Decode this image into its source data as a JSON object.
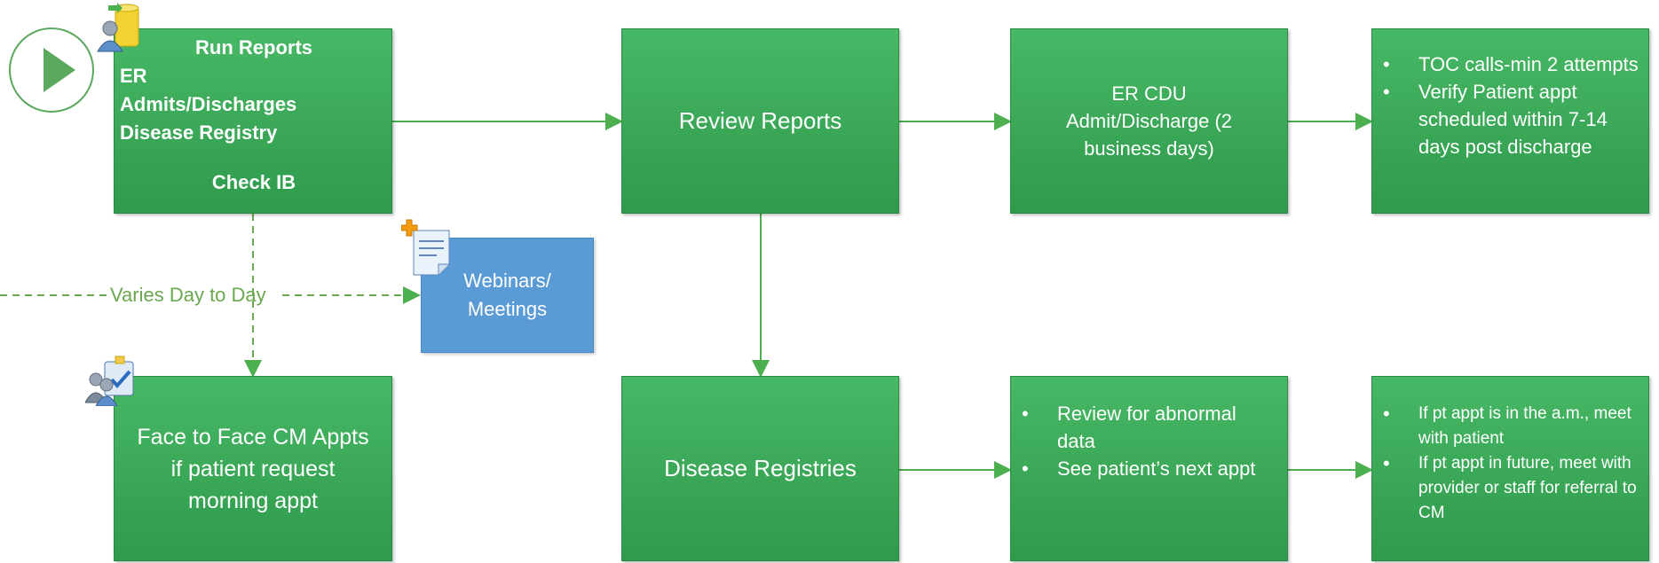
{
  "colors": {
    "process_green": "#3aa957",
    "connector_green": "#4caf50",
    "dashed_green": "#6aa84f",
    "note_blue": "#5b9bd5",
    "start_green": "#4caf50"
  },
  "start": {
    "icon": "play-triangle-icon"
  },
  "run_reports": {
    "title": "Run Reports",
    "lines": [
      "ER",
      "Admits/Discharges",
      "Disease Registry"
    ],
    "footer": "Check IB",
    "icon": "user-database-icon"
  },
  "review_reports": {
    "label": "Review Reports"
  },
  "er_cdu": {
    "lines": [
      "ER CDU",
      "Admit/Discharge (2",
      "business days)"
    ]
  },
  "toc": {
    "bullets": [
      "TOC calls-min 2 attempts",
      "Verify Patient appt scheduled within 7-14 days post discharge"
    ]
  },
  "webinars": {
    "lines": [
      "Webinars/",
      "Meetings"
    ],
    "icon": "document-add-icon"
  },
  "varies_label": "Varies Day to Day",
  "face_to_face": {
    "lines": [
      "Face to Face CM Appts",
      "if patient request",
      "morning appt"
    ],
    "icon": "users-checklist-icon"
  },
  "disease_registries": {
    "label": "Disease Registries"
  },
  "review_abnormal": {
    "bullets": [
      "Review for abnormal data",
      "See patient’s next appt"
    ]
  },
  "pt_appt": {
    "bullets": [
      "If pt appt is in the a.m., meet with patient",
      "If pt appt in future, meet with provider or staff for referral to CM"
    ]
  }
}
